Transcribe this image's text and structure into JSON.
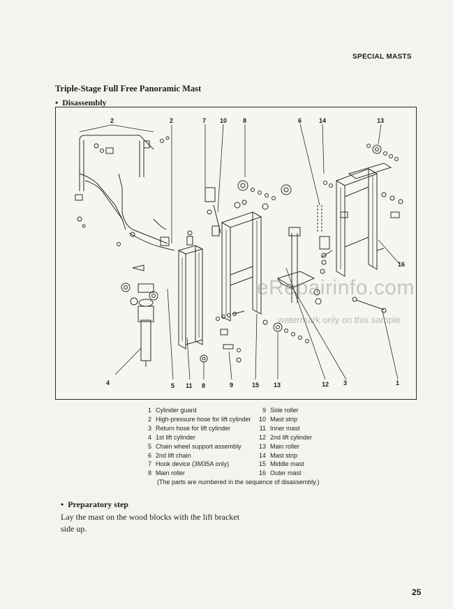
{
  "header": {
    "section_label": "SPECIAL MASTS"
  },
  "title": "Triple-Stage Full Free Panoramic Mast",
  "subheading": {
    "bullet": "•",
    "text": "Disassembly"
  },
  "figure": {
    "callouts_top": [
      "2",
      "2",
      "7",
      "10",
      "8",
      "6",
      "14",
      "13"
    ],
    "callouts_bottom": [
      "4",
      "5",
      "11",
      "8",
      "9",
      "15",
      "13",
      "12",
      "3",
      "1"
    ],
    "callout_side": "16"
  },
  "watermark": {
    "main": "eRepairinfo.com",
    "sub": "watermark only on this sample"
  },
  "legend": {
    "left": [
      {
        "num": "1",
        "label": "Cylinder guard"
      },
      {
        "num": "2",
        "label": "High-pressure hose for lift cylinder"
      },
      {
        "num": "3",
        "label": "Return hose for lift cylinder"
      },
      {
        "num": "4",
        "label": "1st lift cylinder"
      },
      {
        "num": "5",
        "label": "Chain wheel support assembly"
      },
      {
        "num": "6",
        "label": "2nd lift chain"
      },
      {
        "num": "7",
        "label": "Hook device (3M35A only)"
      },
      {
        "num": "8",
        "label": "Main roller"
      }
    ],
    "right": [
      {
        "num": "9",
        "label": "Side roller"
      },
      {
        "num": "10",
        "label": "Mast strip"
      },
      {
        "num": "11",
        "label": "Inner mast"
      },
      {
        "num": "12",
        "label": "2nd lift cylinder"
      },
      {
        "num": "13",
        "label": "Main roller"
      },
      {
        "num": "14",
        "label": "Mast strip"
      },
      {
        "num": "15",
        "label": "Middle mast"
      },
      {
        "num": "16",
        "label": "Outer mast"
      }
    ],
    "note": "(The parts are numbered in the sequence of disassembly.)"
  },
  "preparatory": {
    "bullet": "•",
    "heading": "Preparatory step",
    "body": "Lay the mast on the wood blocks with the lift bracket side up."
  },
  "page_number": "25"
}
